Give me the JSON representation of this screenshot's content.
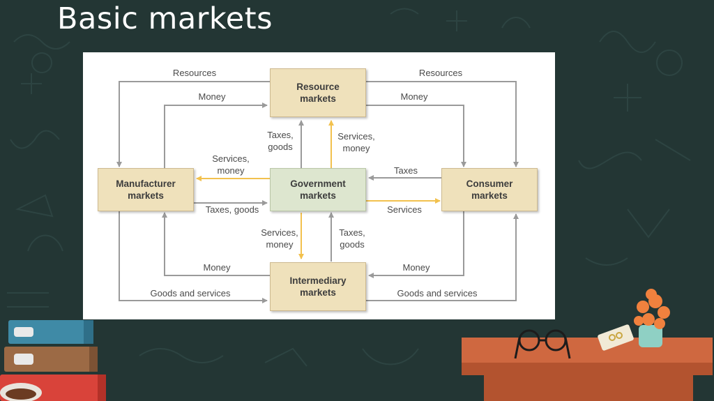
{
  "slide": {
    "title": "Basic markets"
  },
  "diagram": {
    "nodes": {
      "resource": "Resource\nmarkets",
      "manufacturer": "Manufacturer\nmarkets",
      "government": "Government\nmarkets",
      "consumer": "Consumer\nmarkets",
      "intermediary": "Intermediary\nmarkets"
    },
    "labels": {
      "resources_left": "Resources",
      "resources_right": "Resources",
      "money_top_left": "Money",
      "money_top_right": "Money",
      "taxes_goods_up": "Taxes,\ngoods",
      "services_money_up": "Services,\nmoney",
      "services_money_left": "Services,\nmoney",
      "taxes_right": "Taxes",
      "taxes_goods_left": "Taxes, goods",
      "services_right": "Services",
      "services_money_down": "Services,\nmoney",
      "taxes_goods_down": "Taxes,\ngoods",
      "money_bottom_left": "Money",
      "money_bottom_right": "Money",
      "goods_services_left": "Goods and services",
      "goods_services_right": "Goods and services"
    }
  },
  "colors": {
    "background": "#233634",
    "box": "#efe1bb",
    "gov_box": "#dde6cf",
    "arrow_gray": "#9a9a9a",
    "arrow_yellow": "#f2c14e"
  }
}
